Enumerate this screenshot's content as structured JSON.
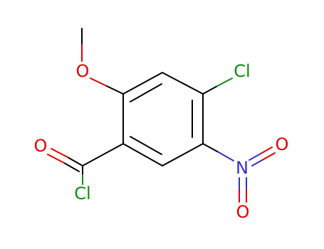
{
  "colors": {
    "background": "#ffffff",
    "carbon_bond": "#000000",
    "oxygen": "#e00000",
    "chlorine": "#0f8c0f",
    "nitrogen": "#3030d0"
  },
  "atoms": {
    "methoxy_oxygen": "O",
    "ring_chlorine": "Cl",
    "carbonyl_oxygen": "O",
    "acyl_chlorine": "Cl",
    "nitro_nitrogen": "N",
    "nitro_oxygen_right": "O",
    "nitro_oxygen_bottom": "O"
  }
}
